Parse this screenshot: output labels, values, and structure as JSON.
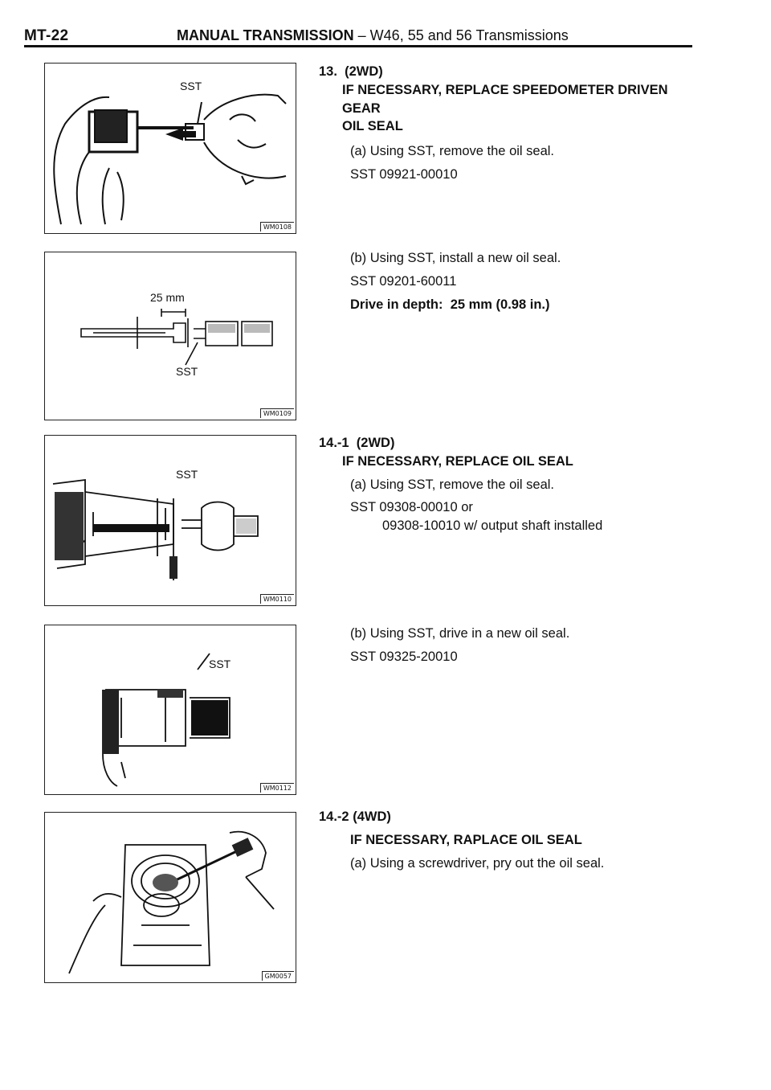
{
  "header": {
    "page_number": "MT-22",
    "title_bold": "MANUAL TRANSMISSION",
    "title_rest": " – W46, 55 and 56 Transmissions"
  },
  "figures": [
    {
      "code": "WM0108",
      "labels": [
        "SST"
      ]
    },
    {
      "code": "WM0109",
      "labels": [
        "25 mm",
        "SST"
      ]
    },
    {
      "code": "WM0110",
      "labels": [
        "SST"
      ]
    },
    {
      "code": "WM0112",
      "labels": [
        "SST"
      ]
    },
    {
      "code": "GM0057",
      "labels": []
    }
  ],
  "steps": {
    "s13": {
      "number": "13.",
      "qualifier": "(2WD)",
      "title_line1": "IF NECESSARY, REPLACE SPEEDOMETER DRIVEN GEAR",
      "title_line2": "OIL SEAL",
      "a_text": "(a)  Using SST, remove the oil seal.",
      "a_sst": "SST 09921-00010",
      "b_text": "(b)  Using SST, install a new oil seal.",
      "b_sst": "SST 09201-60011",
      "b_spec_label": "Drive in depth:",
      "b_spec_value": "25 mm (0.98 in.)"
    },
    "s14_1": {
      "number": "14.-1",
      "qualifier": "(2WD)",
      "title": "IF NECESSARY, REPLACE OIL SEAL",
      "a_text": "(a)  Using SST, remove the oil seal.",
      "a_sst_line1": "SST 09308-00010 or",
      "a_sst_line2": "09308-10010 w/ output shaft installed",
      "b_text": "(b)  Using SST, drive in a new oil seal.",
      "b_sst": "SST 09325-20010"
    },
    "s14_2": {
      "number": "14.-2",
      "qualifier": "(4WD)",
      "title": "IF NECESSARY, RAPLACE OIL SEAL",
      "a_text": "(a)  Using a screwdriver, pry out the oil seal."
    }
  }
}
